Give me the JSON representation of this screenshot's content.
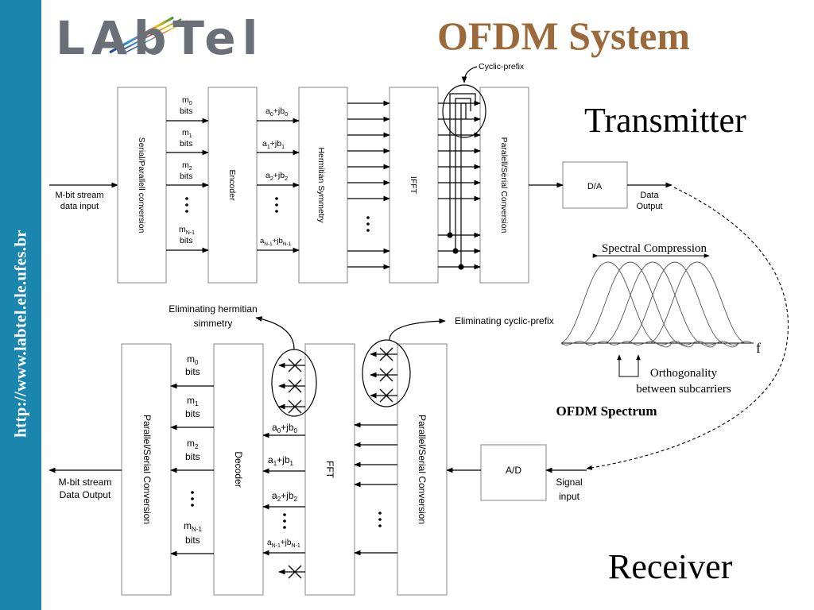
{
  "sidebar": {
    "url": "http://www.labtel.ele.ufes.br"
  },
  "logo": {
    "text": "LAbTel"
  },
  "slide": {
    "title": "OFDM System"
  },
  "section_labels": {
    "transmitter": "Transmitter",
    "receiver": "Receiver"
  },
  "transmitter": {
    "input_label_1": "M-bit stream",
    "input_label_2": "data input",
    "serial_parallel": "Serial/Parallell conversion",
    "encoder": "Encoder",
    "hermitian": "Hermitian Symmetry",
    "ifft": "IFFT",
    "parallel_serial": "Paralell/Serial Conversion",
    "da": "D/A",
    "output_label_1": "Data",
    "output_label_2": "Output",
    "cyclic_prefix": "Cyclic-prefix"
  },
  "receiver": {
    "output_label_1": "M-bit stream",
    "output_label_2": "Data Output",
    "parallel_serial_left": "Parallel/Serial Conversion",
    "decoder": "Decoder",
    "fft": "FFT",
    "parallel_serial_right": "Parallel/Serial Conversion",
    "ad": "A/D",
    "input_label_1": "Signal",
    "input_label_2": "input",
    "elim_hermitian_1": "Eliminating hermitian",
    "elim_hermitian_2": "simmetry",
    "elim_cyclic": "Eliminating cyclic-prefix"
  },
  "spectrum": {
    "compression": "Spectral Compression",
    "orthogonality_1": "Orthogonality",
    "orthogonality_2": "between subcarriers",
    "title": "OFDM Spectrum",
    "axis_label": "f"
  }
}
